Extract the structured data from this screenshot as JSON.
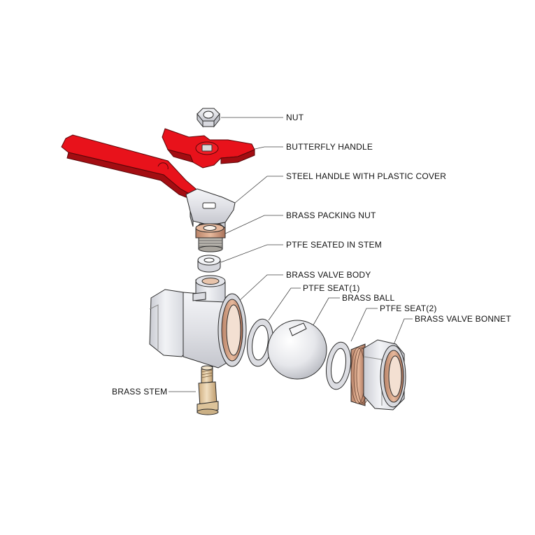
{
  "labels": {
    "nut": "NUT",
    "butterfly_handle": "BUTTERFLY HANDLE",
    "steel_handle": "STEEL HANDLE WITH PLASTIC COVER",
    "brass_packing_nut": "BRASS PACKING NUT",
    "ptfe_seated_in_stem": "PTFE SEATED IN STEM",
    "brass_valve_body": "BRASS VALVE BODY",
    "ptfe_seat_1": "PTFE SEAT(1)",
    "brass_ball": "BRASS BALL",
    "ptfe_seat_2": "PTFE SEAT(2)",
    "brass_valve_bonnet": "BRASS VALVE BONNET",
    "brass_stem": "BRASS STEM"
  },
  "colors": {
    "handle_red": "#e8121b",
    "handle_red_dark": "#a30d12",
    "metal": "#e9eaee",
    "metal_shade": "#c9cbd2",
    "brass": "#d9a98a",
    "brass_dark": "#a6745a",
    "stem_brass": "#e7cfa9",
    "outline": "#2a2a2a"
  }
}
